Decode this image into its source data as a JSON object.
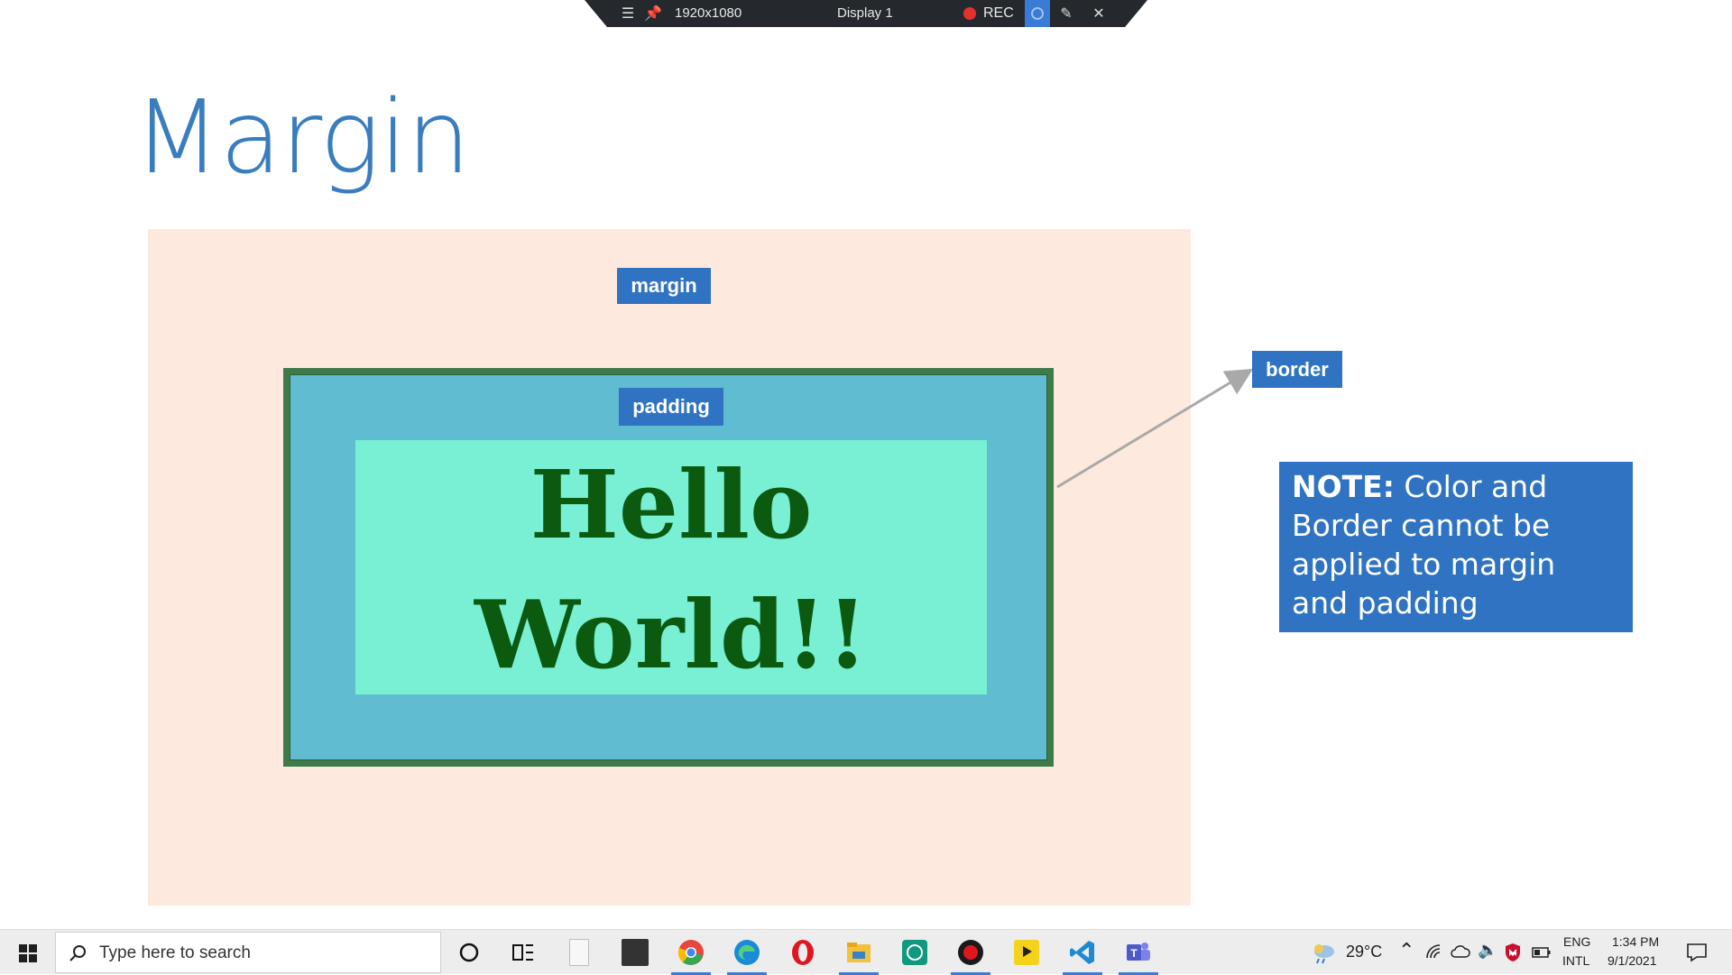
{
  "recorder": {
    "resolution": "1920x1080",
    "display": "Display 1",
    "rec_label": "REC"
  },
  "slide": {
    "title": "Margin",
    "margin_label": "margin",
    "padding_label": "padding",
    "border_label": "border",
    "content_line1": "Hello",
    "content_line2": "World!!",
    "note_bold": "NOTE:",
    "note_text": " Color  and Border cannot be applied to margin and padding"
  },
  "colors": {
    "title": "#3a7dbf",
    "margin_area": "#fde9dd",
    "padding_area": "#5fbcd1",
    "border": "#3f7a4a",
    "content_area": "#79f0d4",
    "content_text": "#0b5a10",
    "label_bg": "#2f73c2"
  },
  "taskbar": {
    "search_placeholder": "Type here to search",
    "apps": [
      "cortana-icon",
      "task-view-icon",
      "file-icon",
      "store-icon",
      "chrome-icon",
      "edge-icon",
      "opera-icon",
      "file-explorer-icon",
      "whatsapp-icon",
      "recorder-icon",
      "player-icon",
      "vscode-icon",
      "teams-icon"
    ],
    "weather_temp": "29°C",
    "lang_top": "ENG",
    "lang_bottom": "INTL",
    "time": "1:34 PM",
    "date": "9/1/2021"
  }
}
